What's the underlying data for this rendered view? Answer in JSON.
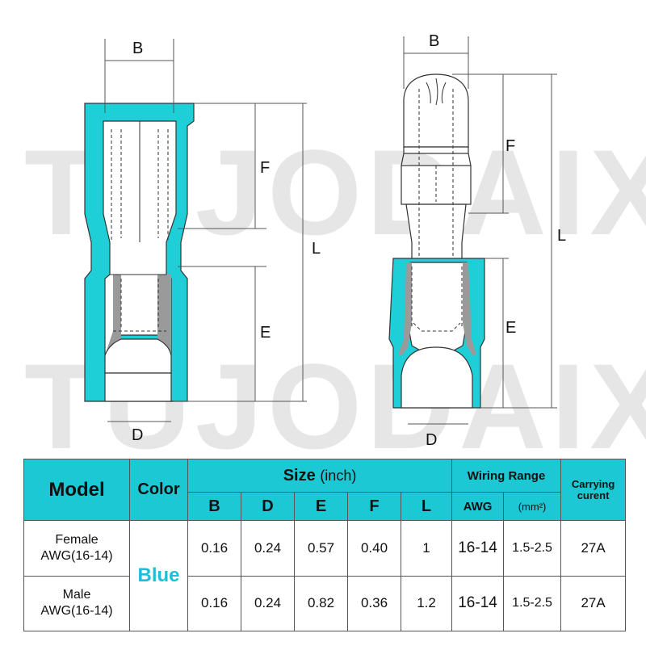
{
  "watermark": "TUJODAIX",
  "dimensions": {
    "b": "B",
    "d": "D",
    "e": "E",
    "f": "F",
    "l": "L"
  },
  "table": {
    "model_header": "Model",
    "color_header": "Color",
    "size_header": "Size",
    "size_unit": "(inch)",
    "wiring_header": "Wiring Range",
    "carrying_header_1": "Carrying",
    "carrying_header_2": "curent",
    "col_b": "B",
    "col_d": "D",
    "col_e": "E",
    "col_f": "F",
    "col_l": "L",
    "col_awg": "AWG",
    "col_mm": "(mm²)",
    "color_value": "Blue",
    "rows": [
      {
        "model_1": "Female",
        "model_2": "AWG(16-14)",
        "b": "0.16",
        "d": "0.24",
        "e": "0.57",
        "f": "0.40",
        "l": "1",
        "awg": "16-14",
        "mm": "1.5-2.5",
        "current": "27A"
      },
      {
        "model_1": "Male",
        "model_2": "AWG(16-14)",
        "b": "0.16",
        "d": "0.24",
        "e": "0.82",
        "f": "0.36",
        "l": "1.2",
        "awg": "16-14",
        "mm": "1.5-2.5",
        "current": "27A"
      }
    ]
  },
  "colors": {
    "accent": "#1cc8d4",
    "blue_text": "#1cbfd6",
    "insulation": "#1ecfd8"
  }
}
